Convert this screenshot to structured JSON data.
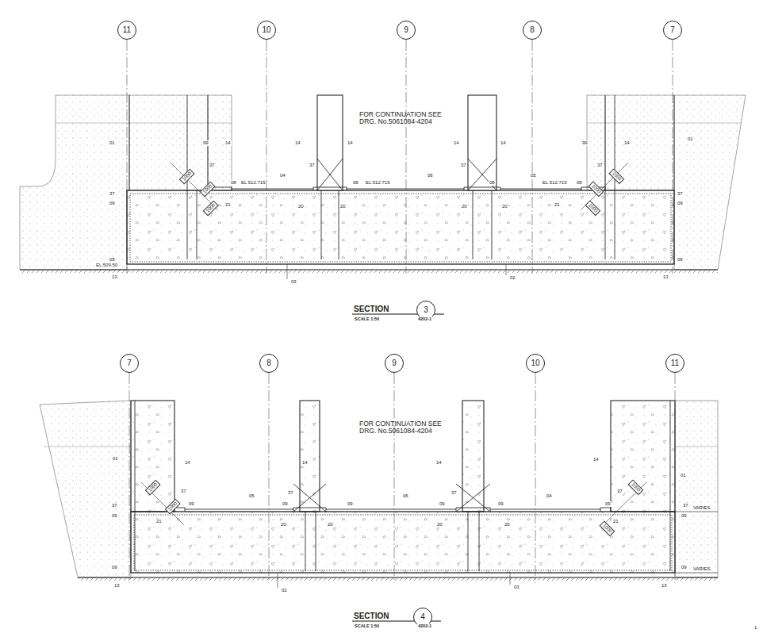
{
  "diagram": {
    "nodes": [
      {
        "text": [
          "11"
        ]
      },
      {
        "text": [
          "10"
        ]
      },
      {
        "text": [
          "9"
        ]
      },
      {
        "text": [
          "8"
        ]
      },
      {
        "text": [
          "7"
        ]
      },
      {
        "text": [
          "7"
        ]
      },
      {
        "text": [
          "8"
        ]
      },
      {
        "text": [
          "9"
        ]
      },
      {
        "text": [
          "10"
        ]
      },
      {
        "text": [
          "11"
        ]
      },
      {
        "text": [
          "3"
        ]
      },
      {
        "text": [
          "4"
        ]
      }
    ],
    "edges": [],
    "labels": [
      "FOR CONTINUATION SEE DRG. No.5061084-4204",
      "01",
      "14",
      "99",
      "37",
      "1000",
      "1000",
      "1000",
      "37",
      "09",
      "21",
      "08",
      "EL 512.715",
      "04",
      "37",
      "14",
      "14",
      "20",
      "20",
      "08",
      "EL 512.715",
      "06",
      "37",
      "14",
      "14",
      "20",
      "20",
      "08",
      "05",
      "EL 512.715",
      "08",
      "21",
      "99",
      "14",
      "37",
      "1000",
      "1000",
      "1000",
      "01",
      "37",
      "09",
      "09",
      "09",
      "EL 509.50",
      "13",
      "03",
      "02",
      "13",
      "SECTION",
      "SCALE 1:50",
      "4202-1",
      "FOR CONTINUATION SEE DRG. No.5061084-4204",
      "01",
      "14",
      "14",
      "14",
      "14",
      "01",
      "37",
      "1000",
      "1000",
      "21",
      "37",
      "09",
      "09",
      "05",
      "37",
      "09",
      "20",
      "20",
      "06",
      "09",
      "09",
      "37",
      "20",
      "20",
      "09",
      "04",
      "09",
      "37",
      "1000",
      "21",
      "1000",
      "37",
      "09",
      "VARIES",
      "09",
      "09",
      "VARIES",
      "13",
      "02",
      "03",
      "13",
      "SECTION",
      "SCALE 1:50",
      "4202-1",
      "1"
    ]
  }
}
